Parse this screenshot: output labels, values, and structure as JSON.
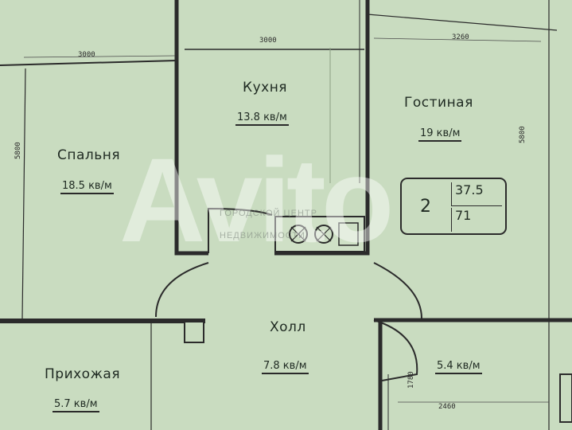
{
  "rooms": {
    "kitchen": {
      "name": "Кухня",
      "area": "13.8 кв/м"
    },
    "living": {
      "name": "Гостиная",
      "area": "19 кв/м"
    },
    "bedroom": {
      "name": "Спальня",
      "area": "18.5 кв/м"
    },
    "hall": {
      "name": "Холл",
      "area": "7.8 кв/м"
    },
    "entrance": {
      "name": "Прихожая",
      "area": "5.7 кв/м"
    },
    "bathroom": {
      "area": "5.4 кв/м"
    }
  },
  "dimensions": {
    "bedroom_width": "3000",
    "kitchen_width": "3000",
    "living_width": "3260",
    "bedroom_depth": "5800",
    "living_depth": "5800",
    "door_opening": "1780",
    "bath_width": "2460"
  },
  "apartment_badge": {
    "rooms_count": "2",
    "living_area": "37.5",
    "total_area": "71"
  },
  "watermark": {
    "logo": "Avito",
    "line1": "ГОРОДСКОЙ ЦЕНТР",
    "line2": "НЕДВИЖИМОСТИ"
  },
  "colors": {
    "background": "#c9dcc0",
    "wall": "#2b2b2b",
    "text": "#1f2a22"
  }
}
